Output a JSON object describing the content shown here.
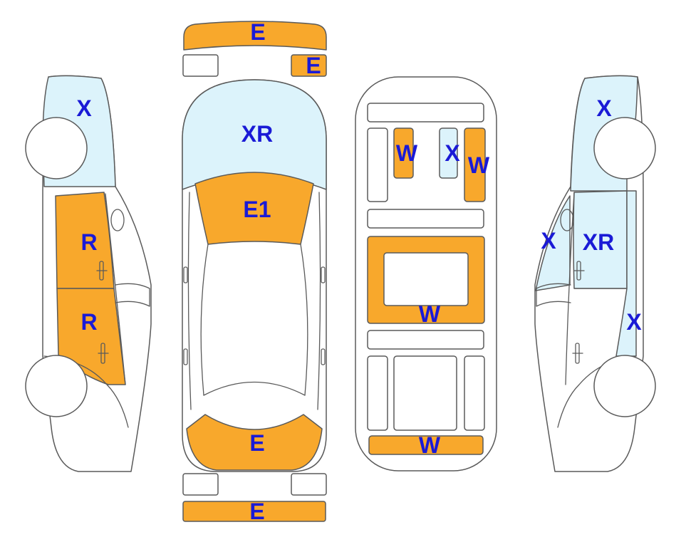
{
  "colors": {
    "orange": "#f8a82c",
    "light_blue": "#dcf3fb",
    "white": "#ffffff",
    "outline": "#5a5a5a",
    "label": "#1a1ad6"
  },
  "legend_codes": {
    "E": "orange",
    "E1": "orange",
    "R": "orange",
    "W": "orange",
    "X": "light_blue",
    "XR": "light_blue"
  },
  "left_side_view": {
    "front_window": "X",
    "front_door": "R",
    "rear_door": "R"
  },
  "top_view": {
    "front_bumper": "E",
    "right_headlight": "E",
    "windshield": "XR",
    "hood": "E1",
    "trunk_lid": "E",
    "rear_bumper": "E"
  },
  "floor_view": {
    "left_rail": "W",
    "center_panel": "X",
    "right_rail": "W",
    "center_floor": "W",
    "rear_panel": "W"
  },
  "right_side_view": {
    "front_window": "X",
    "front_door_window": "X",
    "door": "XR",
    "rear_pillar": "X"
  }
}
